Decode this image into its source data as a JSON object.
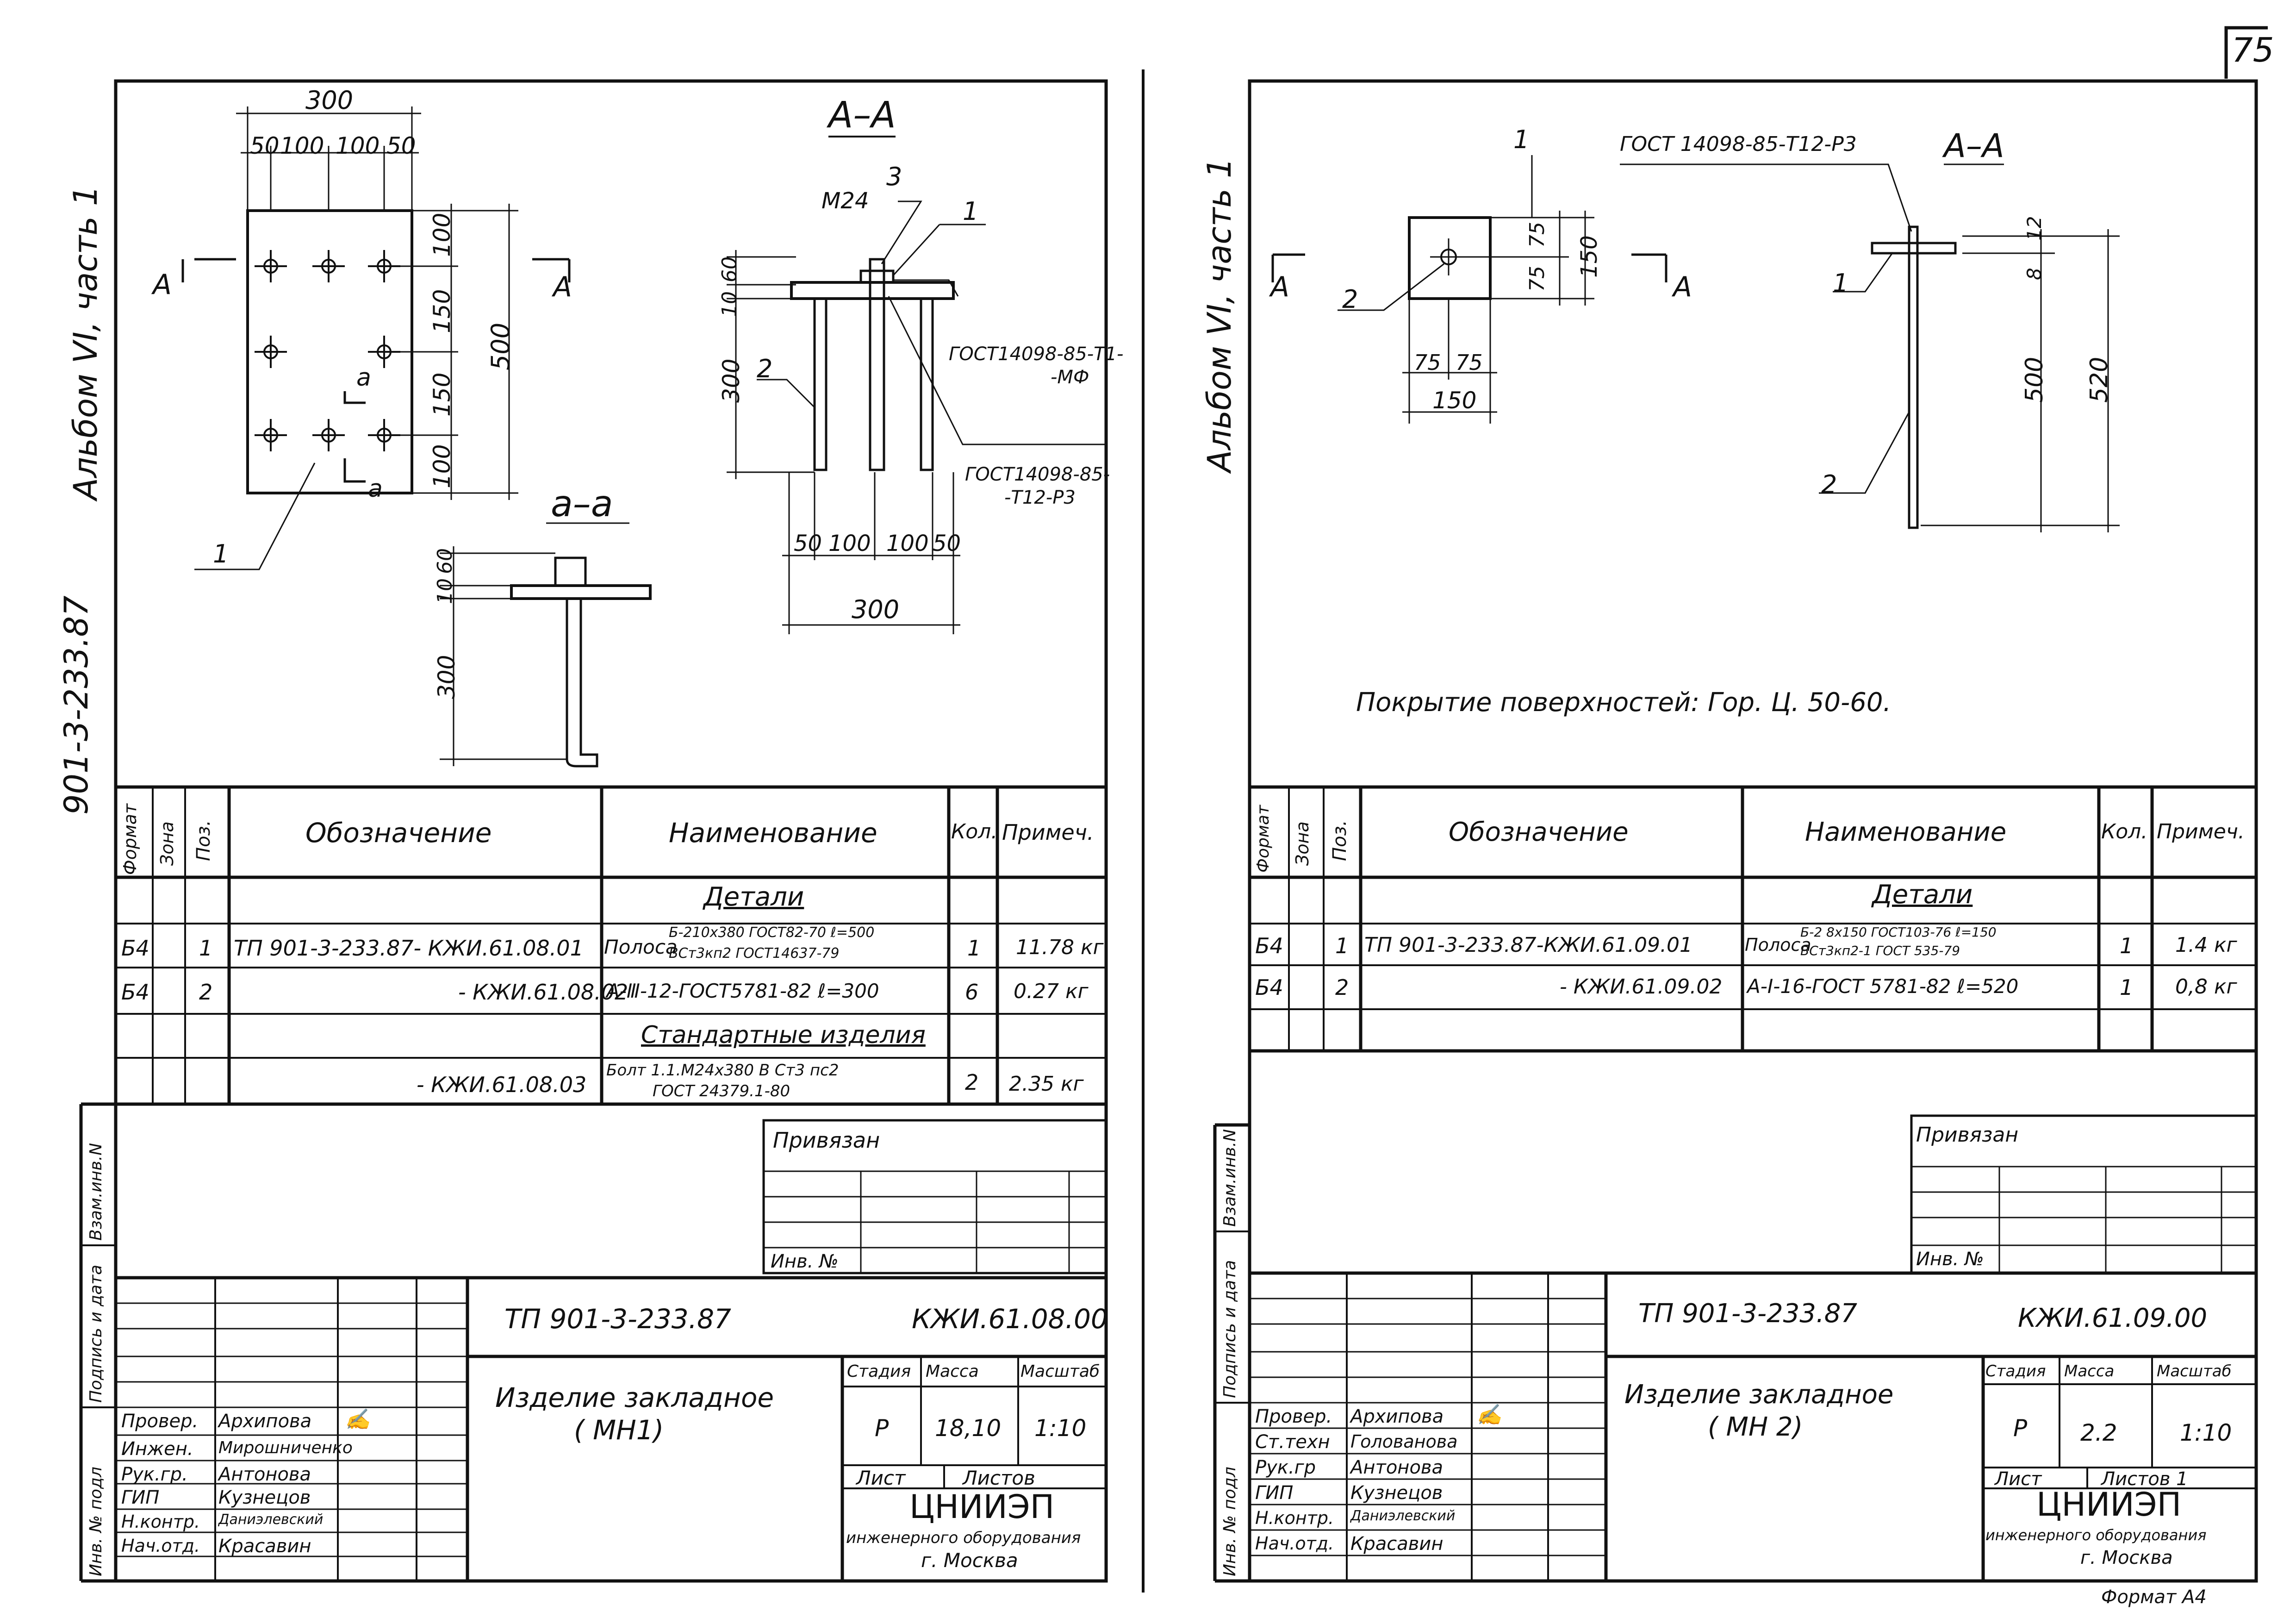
{
  "sheet_number": "75",
  "left": {
    "margin_album": "Альбом VI, часть 1",
    "margin_code": "901-3-233.87",
    "section_AA": "А–А",
    "section_aa": "а–а",
    "cut_label": "А",
    "cut_small": "а",
    "plan_dims": {
      "top": "300",
      "d1": "50",
      "d2": "100",
      "d3": "100",
      "d4": "50",
      "r1": "100",
      "r2": "150",
      "r3": "150",
      "r4": "100",
      "total": "500"
    },
    "section_dims": {
      "h1": "10",
      "h2": "60",
      "h3": "300",
      "b1": "50",
      "b2": "100",
      "b3": "100",
      "b4": "50",
      "btotal": "300"
    },
    "aa_dims": {
      "h1": "10",
      "h2": "60",
      "h3": "300"
    },
    "callouts": {
      "p1": "1",
      "p2": "2",
      "p3": "3",
      "m24": "М24",
      "gost1a": "ГОСТ14098-85-Т1-",
      "gost1b": "-МФ",
      "gost2a": "ГОСТ14098-85-",
      "gost2b": "-Т12-Р3"
    },
    "spec": {
      "headers": {
        "format": "Формат",
        "zone": "Зона",
        "pos": "Поз.",
        "designation": "Обозначение",
        "name": "Наименование",
        "qty": "Кол.",
        "note": "Примеч."
      },
      "group1": "Детали",
      "rows": [
        {
          "format": "Б4",
          "pos": "1",
          "designation": "ТП 901-3-233.87- КЖИ.61.08.01",
          "name_a": "Полоса",
          "name_b": "Б-210х380 ГОСТ82-70 ℓ=500",
          "name_c": "ВСт3кп2 ГОСТ14637-79",
          "qty": "1",
          "note": "11.78 кг"
        },
        {
          "format": "Б4",
          "pos": "2",
          "designation": "- КЖИ.61.08.02",
          "name_a": "А-Ⅲ-12-ГОСТ5781-82 ℓ=300",
          "qty": "6",
          "note": "0.27 кг"
        }
      ],
      "group2": "Стандартные изделия",
      "std": {
        "designation": "- КЖИ.61.08.03",
        "name_a": "Болт 1.1.М24х380 В Ст3 пс2",
        "name_b": "ГОСТ 24379.1-80",
        "qty": "2",
        "note": "2.35 кг"
      }
    },
    "stamp": {
      "privyazan": "Привязан",
      "inv": "Инв. №",
      "code": "ТП 901-3-233.87",
      "doc": "КЖИ.61.08.00",
      "title1": "Изделие закладное",
      "title2": "( МН1)",
      "h_stage": "Стадия",
      "h_mass": "Масса",
      "h_scale": "Масштаб",
      "stage": "Р",
      "mass": "18,10",
      "scale": "1:10",
      "sheet": "Лист",
      "sheets": "Листов",
      "org1": "ЦНИИЭП",
      "org2": "инженерного оборудования",
      "org3": "г. Москва",
      "roles": [
        "Провер.",
        "Инжен.",
        "Рук.гр.",
        "ГИП",
        "Н.контр.",
        "Нач.отд."
      ],
      "names": [
        "Архипова",
        "Мирошниченко",
        "Антонова",
        "Кузнецов",
        "Даниэлевский",
        "Красавин"
      ],
      "side": [
        "Инв. № подл",
        "Подпись и дата",
        "Взам.инв.N"
      ]
    }
  },
  "right": {
    "margin_album": "Альбом VI, часть 1",
    "section_AA": "А–А",
    "cut_label": "А",
    "callouts": {
      "p1": "1",
      "p2": "2",
      "gost": "ГОСТ 14098-85-Т12-Р3"
    },
    "plan_dims": {
      "a": "75",
      "b": "75",
      "c": "150",
      "d": "75",
      "e": "75",
      "f": "150"
    },
    "section_dims": {
      "a": "12",
      "b": "8",
      "c": "500",
      "d": "520"
    },
    "coating": "Покрытие поверхностей: Гор. Ц. 50-60.",
    "spec": {
      "headers": {
        "format": "Формат",
        "zone": "Зона",
        "pos": "Поз.",
        "designation": "Обозначение",
        "name": "Наименование",
        "qty": "Кол.",
        "note": "Примеч."
      },
      "group1": "Детали",
      "rows": [
        {
          "format": "Б4",
          "pos": "1",
          "designation": "ТП 901-3-233.87-КЖИ.61.09.01",
          "name_a": "Полоса",
          "name_b": "Б-2 8х150 ГОСТ103-76 ℓ=150",
          "name_c": "ВСт3кп2-1 ГОСТ 535-79",
          "qty": "1",
          "note": "1.4 кг"
        },
        {
          "format": "Б4",
          "pos": "2",
          "designation": "- КЖИ.61.09.02",
          "name_a": "А-I-16-ГОСТ 5781-82 ℓ=520",
          "qty": "1",
          "note": "0,8 кг"
        }
      ]
    },
    "stamp": {
      "privyazan": "Привязан",
      "inv": "Инв. №",
      "code": "ТП 901-3-233.87",
      "doc": "КЖИ.61.09.00",
      "title1": "Изделие закладное",
      "title2": "( МН 2)",
      "h_stage": "Стадия",
      "h_mass": "Масса",
      "h_scale": "Масштаб",
      "stage": "Р",
      "mass": "2.2",
      "scale": "1:10",
      "sheet": "Лист",
      "sheets": "Листов 1",
      "org1": "ЦНИИЭП",
      "org2": "инженерного оборудования",
      "org3": "г. Москва",
      "format": "Формат А4",
      "roles": [
        "Провер.",
        "Ст.техн",
        "Рук.гр",
        "ГИП",
        "Н.контр.",
        "Нач.отд."
      ],
      "names": [
        "Архипова",
        "Голованова",
        "Антонова",
        "Кузнецов",
        "Даниэлевский",
        "Красавин"
      ],
      "side": [
        "Инв. № подл",
        "Подпись и дата",
        "Взам.инв.N"
      ]
    }
  }
}
